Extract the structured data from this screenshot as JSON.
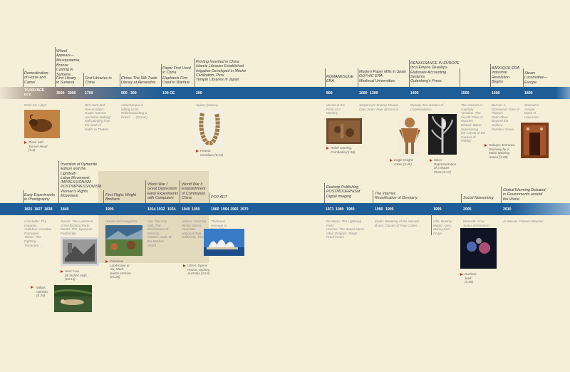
{
  "era1": {
    "dates": [
      "10,000 BCE",
      "3500",
      "3000",
      "1700",
      "600",
      "300",
      "100 CE",
      "200",
      "800",
      "1000",
      "1300",
      "1400",
      "1500",
      "1600",
      "1800"
    ],
    "events": [
      {
        "lines": [
          "Domestication",
          "of Horse and",
          "Camel"
        ]
      },
      {
        "lines": [
          "Wheel",
          "Appears—",
          "Mesopotamia"
        ]
      },
      {
        "lines": [
          "Bronze",
          "Casting in",
          "Sumeria"
        ]
      },
      {
        "lines": [
          "First Library",
          "in Sumeria"
        ]
      },
      {
        "lines": [
          "First Libraries in",
          "China"
        ]
      },
      {
        "lines": [
          "China: The Silk Trade",
          "Library at Alexandria"
        ]
      },
      {
        "lines": [
          "Paper First Used",
          "in China"
        ]
      },
      {
        "lines": [
          "Elephants First",
          "Used in Warfare"
        ]
      },
      {
        "lines": [
          "Printing Invented in China",
          "Islamic Libraries Established",
          "Irrigation Developed in Moche",
          "Civilization, Peru",
          "Temple Libraries in Japan"
        ]
      },
      {
        "lines": [
          "ROMANESQUE",
          "ERA"
        ]
      },
      {
        "lines": [
          "Modern Paper Mills in Spain",
          "GOTHIC ERA",
          "Medieval Universities"
        ]
      },
      {
        "lines": [
          "RENAISSANCE IN EUROPE",
          "Inca Empire Develops",
          "Elaborate Accounting",
          "Systems",
          "Gutenberg's Press"
        ]
      },
      {
        "lines": [
          "BAROQUE ERA",
          "Industrial",
          "Revolution",
          "Begins"
        ]
      },
      {
        "lines": [
          "Steam",
          "Locomotive—",
          "Europe"
        ]
      }
    ],
    "artworks": [
      {
        "lines": [
          "Rock Art, Libya"
        ]
      },
      {
        "lines": [
          "Bird Hunt and",
          "Preservation:",
          "Grape Harvest",
          "and Wine Making:",
          "wall painting from",
          "the tomb of",
          "Nakht in Thebes"
        ]
      },
      {
        "lines": [
          "Ashurbanipal II",
          "Killing Lions",
          "Relief Depicting a",
          "Priest . . . (Dimac)"
        ]
      },
      {
        "lines": [
          "Spider (Nazca)"
        ]
      },
      {
        "lines": [
          "Vessel in the",
          "Form of a",
          "Monkey"
        ]
      },
      {
        "lines": [
          "Serpent (or Snake) Mound",
          "Qian Xuan: Pear Blossoms"
        ]
      },
      {
        "lines": [
          "Ryoanji Zen Garden of",
          "Contemplation"
        ]
      },
      {
        "lines": [
          "The Unicorn in",
          "Captivity",
          "Vesalius: The",
          "Fourth Plate of",
          "Muscles",
          "Bihzad: Babur",
          "Supervising",
          "the Layout of the",
          "Garden of",
          "Fidelity"
        ]
      },
      {
        "lines": [
          "Bernini: A",
          "Stoneware Vase of",
          "Flowers",
          "Shen Zhou:",
          "Beyond the",
          "Solitary",
          "Bamboo Grove"
        ]
      },
      {
        "lines": [
          "Shaman's",
          "Amulet",
          "Mask of",
          "Hanuman"
        ]
      }
    ],
    "captions": [
      {
        "lines": [
          "Bison with",
          "Turned Head",
          "(5.2)"
        ]
      },
      {
        "lines": [
          "Peanut",
          "Necklace (8.13)"
        ]
      },
      {
        "lines": [
          "Relief Carving,",
          "Cambodia (3.36)"
        ]
      },
      {
        "lines": [
          "Eagle Knight,",
          "Aztec (3.40)"
        ]
      },
      {
        "lines": [
          "Silver",
          "Representation",
          "of a Maize",
          "Plant (5.17)"
        ]
      },
      {
        "lines": [
          "Rukupo: Entrance",
          "Doorway for a",
          "Maori Meeting",
          "House (3.38)"
        ]
      }
    ]
  },
  "era2": {
    "dates": [
      "1821",
      "1827",
      "1838",
      "1840",
      "1900",
      "1914",
      "1932",
      "1934",
      "1940",
      "1950",
      "1960",
      "1964",
      "1965",
      "1970",
      "1971",
      "1980",
      "1989",
      "1990",
      "1995",
      "1999",
      "2005",
      "2010"
    ],
    "events": [
      {
        "lines": [
          "Early Experiments",
          "in Photography"
        ]
      },
      {
        "lines": [
          "Invention of Dynamite",
          "Edison and the",
          "Lightbulb",
          "Labor Movement",
          "IMPRESSIONISM",
          "POSTIMPRESSIONISM",
          "Women's Rights",
          "Movement"
        ]
      },
      {
        "lines": [
          "First Flight, Wright",
          "Brothers"
        ]
      },
      {
        "lines": [
          "World War I",
          "Great Depression",
          "Early Experiments",
          "with Computers"
        ]
      },
      {
        "lines": [
          "World War II",
          "Establishment",
          "of Communist",
          "China"
        ]
      },
      {
        "lines": [
          "POP ART"
        ]
      },
      {
        "lines": [
          "Desktop Publishing",
          "POSTMODERNISM",
          "Digital Imaging"
        ]
      },
      {
        "lines": [
          "The Internet",
          "Reunification of Germany"
        ]
      },
      {
        "lines": [
          "Social Networking"
        ]
      },
      {
        "lines": [
          "Global Warming Debated",
          "in Governments around",
          "the World"
        ]
      }
    ],
    "artworks": [
      {
        "lines": [
          "Constable: The",
          "Haywain",
          "Audubon: Carolina",
          "Parroquet",
          "Turner: The",
          "Fighting",
          "Temeraire . . ."
        ]
      },
      {
        "lines": [
          "Renoir: The Luncheon",
          "of the Boating Party",
          "Monet: The Japanese",
          "Footbridge"
        ]
      },
      {
        "lines": [
          "Hunter and Kangaroo"
        ]
      },
      {
        "lines": [
          "Arp: The City",
          "Dali: The",
          "Persistence of",
          "Memory",
          "Orozco: Gods of",
          "the Modern",
          "World"
        ]
      },
      {
        "lines": [
          "Adams: Clearing",
          "Winter Storm,",
          "Yosemite",
          "National Park,",
          "California, 1944"
        ]
      },
      {
        "lines": [
          "Thiebaud:",
          "Homage to",
          "New York . . .",
          "Riley: Current",
          "Smithson: Spiral",
          "Jetty"
        ]
      },
      {
        "lines": [
          "De Maria: The Lightning",
          "Field",
          "Umelec: The Social Mirror",
          "Okul: Dingoes: Dingo",
          "Proof Fence"
        ]
      },
      {
        "lines": [
          "Kiefer: Breaking of the Vessels",
          "Bravo: Cluster of Four Cubes"
        ]
      },
      {
        "lines": [
          "Ofili: Monkey",
          "Magic—Sex,",
          "Money and",
          "Drugs"
        ]
      },
      {
        "lines": [
          "Mazzetti: Grey",
          "Space (Distractor)"
        ]
      },
      {
        "lines": [
          "Ai Weiwei: Forever Bicycles"
        ]
      }
    ],
    "captions": [
      {
        "lines": [
          "Millais:",
          "Ophelia",
          "(6.24)"
        ]
      },
      {
        "lines": [
          "Nast: Lee,",
          "48 Inches High . .",
          "(10.12)"
        ]
      },
      {
        "lines": [
          "Cézanne:",
          "Landscape at",
          "Aix, Mont",
          "Sainte-Victoire",
          "(15.28)"
        ]
      },
      {
        "lines": [
          "Utzon: Opera",
          "House, Sydney,",
          "Australia (14.4)"
        ]
      },
      {
        "lines": [
          "Durham:",
          "Junk",
          "(3.59)"
        ]
      }
    ]
  },
  "colors": {
    "background": "#f6efd8",
    "band": "#1f5d97",
    "shade": "#e3d9bd",
    "arrow": "#c0392b"
  }
}
